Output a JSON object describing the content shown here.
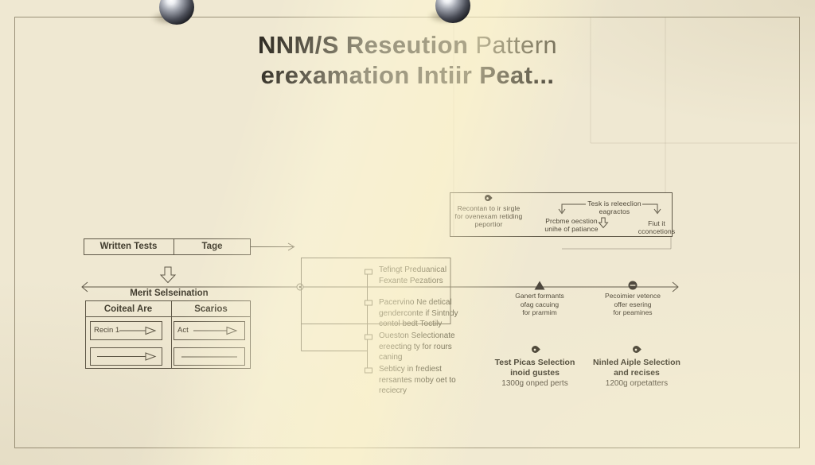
{
  "colors": {
    "board_background": "#efe8d2",
    "diagram_line": "#5f5848",
    "text_dark": "#322e26",
    "text_muted": "#4c4536",
    "border": "#9a9179"
  },
  "title": {
    "line1_strong": "NNM/S Reseution",
    "line1_light": "Pattern",
    "line2": "erexamation Intiir Peat..."
  },
  "note_box": {
    "pin_icon": "map-pin-icon",
    "note": {
      "lines": [
        "Recontan to ir sirgle",
        "for ovenexam retiding",
        "peportior"
      ]
    },
    "problem": {
      "lines": [
        "Prcbme oecstion",
        "unihe of patiance"
      ]
    },
    "task": {
      "lines": [
        "Tesk is releeclion",
        "eagractos"
      ]
    },
    "fix": {
      "lines": [
        "Fiut it",
        "cconcetions"
      ]
    }
  },
  "written_box": {
    "cells": [
      "Written Tests",
      "Tage"
    ]
  },
  "merit": {
    "label": "Merit Selseination"
  },
  "criteria_table": {
    "headers": [
      "Coiteal Are",
      "Scarios"
    ],
    "row1": [
      "Recin 1",
      "Act"
    ]
  },
  "checklist": {
    "items": [
      {
        "lines": [
          "Tefingt Preduanical",
          "Fexante Pezatiors"
        ]
      },
      {
        "lines": [
          "Pacervino Ne detical",
          "genderconte if Sintndy",
          "contol bedt Toctily"
        ]
      },
      {
        "lines": [
          "Oueston Selectionate",
          "ereecting ty for rours",
          "caning"
        ]
      },
      {
        "lines": [
          "Sebticy in frediest",
          "rersantes moby oet to",
          "reciecry"
        ]
      }
    ]
  },
  "timeline": {
    "marker1": {
      "shape": "triangle-marker",
      "lines": [
        "Ganert formants",
        "ofag cacuing",
        "for prarmim"
      ]
    },
    "marker2": {
      "shape": "circle-marker",
      "lines": [
        "Pecoimier vetence",
        "offer esering",
        "for peamines"
      ]
    }
  },
  "bottom_notes": [
    {
      "icon": "map-pin-icon",
      "lines": [
        "Test Picas Selection",
        "inoid gustes",
        "1300g onped perts"
      ]
    },
    {
      "icon": "map-pin-icon",
      "lines": [
        "Ninled Aiple Selection",
        "and recises",
        "1200g orpetatters"
      ]
    }
  ]
}
